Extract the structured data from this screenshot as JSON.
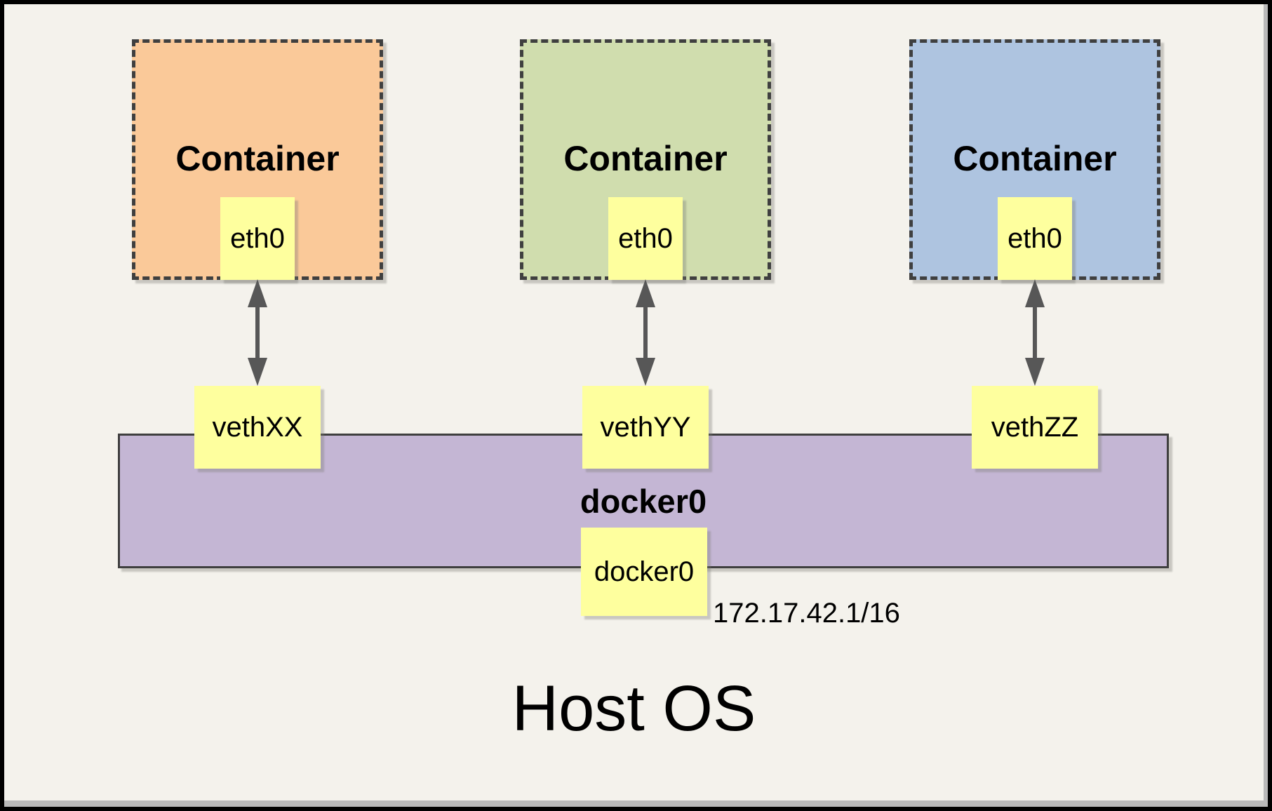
{
  "diagram": {
    "host_label": "Host OS",
    "bridge": {
      "name_label": "docker0",
      "interface_label": "docker0",
      "ip_label": "172.17.42.1/16"
    },
    "containers": [
      {
        "title": "Container",
        "interface_label": "eth0",
        "veth_label": "vethXX"
      },
      {
        "title": "Container",
        "interface_label": "eth0",
        "veth_label": "vethYY"
      },
      {
        "title": "Container",
        "interface_label": "eth0",
        "veth_label": "vethZZ"
      }
    ],
    "colors": {
      "container_1": "#fac999",
      "container_2": "#d0ddae",
      "container_3": "#aec4e0",
      "interface_box": "#feff9e",
      "bridge_bar": "#c4b6d4",
      "arrow": "#575757",
      "dash_border": "#3f3f3f",
      "canvas_bg": "#f4f2ec"
    }
  }
}
